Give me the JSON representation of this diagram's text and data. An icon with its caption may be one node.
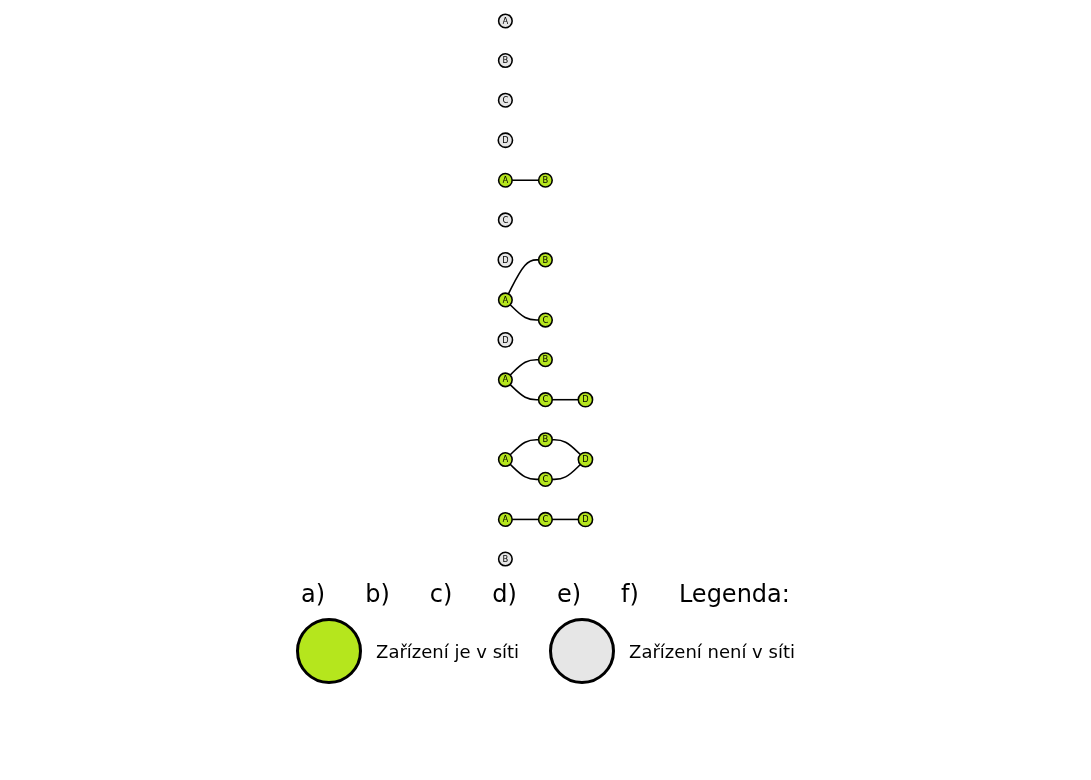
{
  "diagram": {
    "nodes": [
      {
        "text": [
          "A"
        ]
      },
      {
        "text": [
          "B"
        ]
      },
      {
        "text": [
          "C"
        ]
      },
      {
        "text": [
          "D"
        ]
      },
      {
        "text": [
          "A"
        ]
      },
      {
        "text": [
          "B"
        ]
      },
      {
        "text": [
          "C"
        ]
      },
      {
        "text": [
          "D"
        ]
      },
      {
        "text": [
          "A"
        ]
      },
      {
        "text": [
          "B"
        ]
      },
      {
        "text": [
          "C"
        ]
      },
      {
        "text": [
          "D"
        ]
      },
      {
        "text": [
          "A"
        ]
      },
      {
        "text": [
          "B"
        ]
      },
      {
        "text": [
          "C"
        ]
      },
      {
        "text": [
          "D"
        ]
      },
      {
        "text": [
          "A"
        ]
      },
      {
        "text": [
          "B"
        ]
      },
      {
        "text": [
          "C"
        ]
      },
      {
        "text": [
          "D"
        ]
      },
      {
        "text": [
          "A"
        ]
      },
      {
        "text": [
          "B"
        ]
      },
      {
        "text": [
          "C"
        ]
      },
      {
        "text": [
          "D"
        ]
      }
    ],
    "edges": [
      {
        "from": 4,
        "to": 5,
        "arrow": "none"
      },
      {
        "from": 8,
        "to": 9,
        "arrow": "none"
      },
      {
        "from": 8,
        "to": 10,
        "arrow": "none"
      },
      {
        "from": 12,
        "to": 13,
        "arrow": "none"
      },
      {
        "from": 12,
        "to": 14,
        "arrow": "none"
      },
      {
        "from": 14,
        "to": 15,
        "arrow": "none"
      },
      {
        "from": 16,
        "to": 17,
        "arrow": "none"
      },
      {
        "from": 16,
        "to": 18,
        "arrow": "none"
      },
      {
        "from": 17,
        "to": 19,
        "arrow": "none"
      },
      {
        "from": 18,
        "to": 19,
        "arrow": "none"
      },
      {
        "from": 20,
        "to": 22,
        "arrow": "none"
      },
      {
        "from": 22,
        "to": 23,
        "arrow": "none"
      }
    ],
    "labels": [
      "a)",
      "b)",
      "c)",
      "d)",
      "e)",
      "f)",
      "Legenda:"
    ],
    "legend": [
      {
        "text": "Zařízení je v síti",
        "color": "#b5e61d"
      },
      {
        "text": "Zařízení není v síti",
        "color": "#e6e6e6"
      }
    ]
  }
}
